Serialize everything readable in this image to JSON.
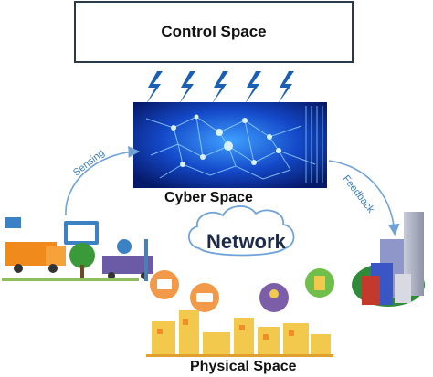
{
  "control_space": {
    "label": "Control Space"
  },
  "cyber_space": {
    "label": "Cyber Space"
  },
  "network": {
    "label": "Network"
  },
  "physical_space": {
    "label": "Physical Space"
  },
  "arrows": {
    "sensing": "Sensing",
    "feedback": "Feedback"
  },
  "colors": {
    "arrow": "#6fa3d8",
    "lightning": "#1a5fb4",
    "cyber_bg": "#0a2a8a",
    "box_border": "#2a3a4a"
  }
}
